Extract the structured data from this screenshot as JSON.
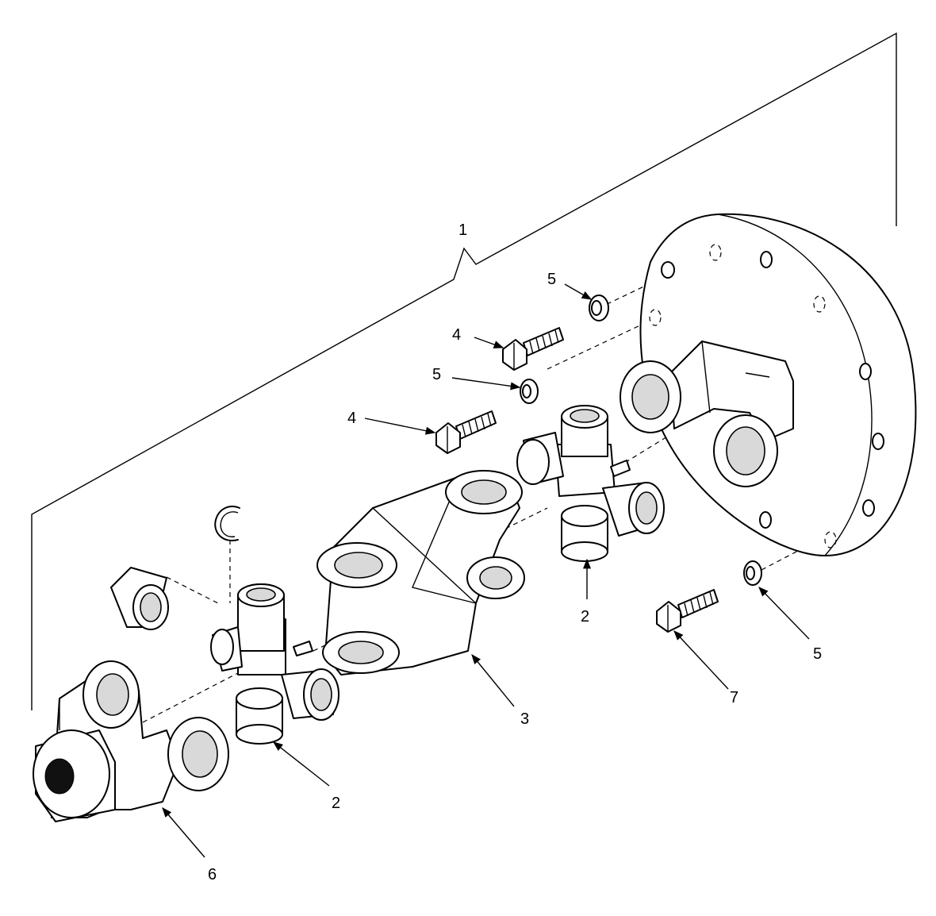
{
  "callouts": [
    {
      "id": "c1",
      "label": "1"
    },
    {
      "id": "c2a",
      "label": "2"
    },
    {
      "id": "c2b",
      "label": "2"
    },
    {
      "id": "c3",
      "label": "3"
    },
    {
      "id": "c4a",
      "label": "4"
    },
    {
      "id": "c4b",
      "label": "4"
    },
    {
      "id": "c5a",
      "label": "5"
    },
    {
      "id": "c5b",
      "label": "5"
    },
    {
      "id": "c5c",
      "label": "5"
    },
    {
      "id": "c6",
      "label": "6"
    },
    {
      "id": "c7",
      "label": "7"
    }
  ],
  "colors": {
    "line": "#000000",
    "background": "#ffffff",
    "shade": "#d9d9d9"
  }
}
